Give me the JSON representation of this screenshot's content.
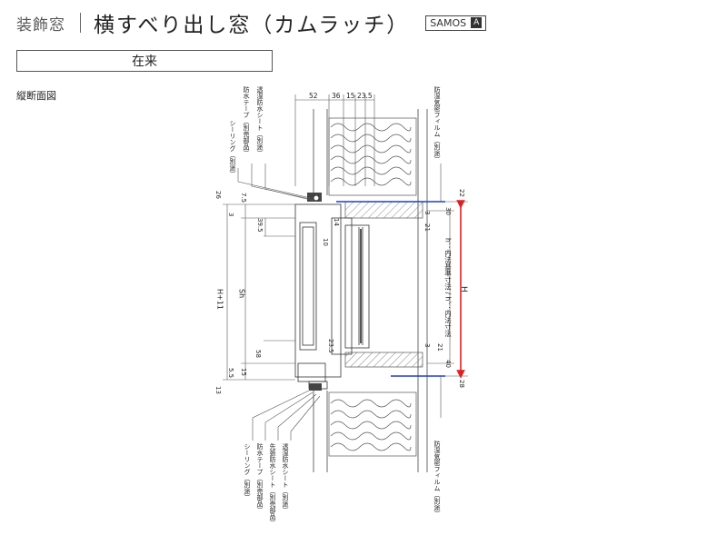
{
  "header": {
    "category": "装飾窓",
    "title": "横すべり出し窓（カムラッチ）",
    "series": "SAMOS",
    "series_badge": "A"
  },
  "tab": "在来",
  "view_label": "縦断面図",
  "dimensions_top": [
    "52",
    "36",
    "15",
    "23.5"
  ],
  "dimensions_left": [
    "26",
    "7.5",
    "3",
    "39.5",
    "10",
    "14",
    "H+11",
    "Sh",
    "58",
    "5.5",
    "15",
    "13",
    "23.5"
  ],
  "dimensions_right": [
    "22",
    "30",
    "3",
    "21",
    "3",
    "21",
    "40",
    "28"
  ],
  "labels_top_left": [
    "シーリング（別途）",
    "防水テープ（別売部品）",
    "透湿防水シート（別途）"
  ],
  "labels_top_right": "防湿気密フィルム（別途）",
  "labels_bottom_left": [
    "シーリング（別途）",
    "防水テープ（別売部品）",
    "先張防水シート（別売部品）",
    "透湿防水シート（別途）"
  ],
  "labels_bottom_right": "防湿気密フィルム（別途）",
  "right_vertical_texts": [
    "h：内法基準寸法 / h'：内法寸法",
    "H"
  ],
  "colors": {
    "red_dim": "#e02020",
    "blue_line": "#1f3fd0"
  }
}
